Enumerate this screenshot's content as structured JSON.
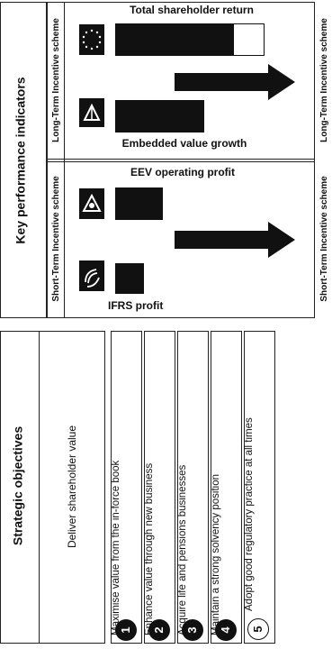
{
  "kpi_panel": {
    "title": "Key performance indicators",
    "long_term": {
      "scheme_label": "Long-Term Incentive scheme",
      "indicators": [
        {
          "label": "Total shareholder return",
          "icon": "dotted-circle-icon"
        },
        {
          "label": "Embedded value growth",
          "icon": "triangle-pyramid-icon"
        }
      ],
      "outcome_label": "Long-Term Incentive scheme"
    },
    "short_term": {
      "scheme_label": "Short-Term Incentive scheme",
      "indicators": [
        {
          "label": "EEV operating profit",
          "icon": "triangle-eye-icon"
        },
        {
          "label": "IFRS profit",
          "icon": "signal-waves-icon"
        }
      ],
      "outcome_label": "Short-Term Incentive scheme"
    }
  },
  "objectives_panel": {
    "title": "Strategic objectives",
    "goal": "Deliver shareholder value",
    "items": [
      {
        "number": "1",
        "label": "Maximise value from the in-force book"
      },
      {
        "number": "2",
        "label": "Enhance value through new business"
      },
      {
        "number": "3",
        "label": "Acquire life and pensions businesses"
      },
      {
        "number": "4",
        "label": "Maintain a strong solvency position"
      },
      {
        "number": "5",
        "label": "Adopt good regulatory practice at all times"
      }
    ]
  },
  "colors": {
    "ink": "#111111",
    "paper": "#ffffff",
    "rule": "#888888"
  }
}
